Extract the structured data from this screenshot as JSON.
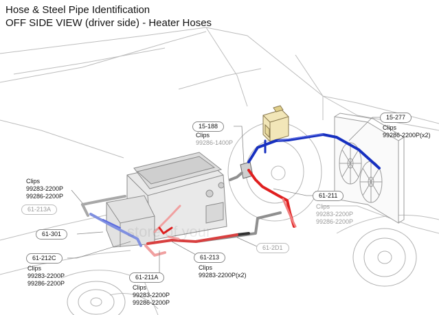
{
  "title": {
    "line1": "Hose & Steel Pipe Identification",
    "line2": "OFF SIDE VIEW (driver side) - Heater Hoses"
  },
  "parts": {
    "p15_188": {
      "code": "15-188",
      "clips_label": "Clips",
      "clips": [
        "99286-1400P"
      ]
    },
    "p15_277": {
      "code": "15-277",
      "clips_label": "Clips",
      "clips": [
        "99286-2200P(x2)"
      ]
    },
    "p61_211": {
      "code": "61-211",
      "clips_label": "Clips",
      "clips": [
        "99283-2200P",
        "99286-2200P"
      ]
    },
    "p61_213A": {
      "code": "61-213A",
      "clips_label": "Clips",
      "clips": [
        "99283-2200P",
        "99286-2200P"
      ]
    },
    "p61_301": {
      "code": "61-301"
    },
    "p61_212C": {
      "code": "61-212C",
      "clips_label": "Clips",
      "clips": [
        "99283-2200P",
        "99286-2200P"
      ]
    },
    "p61_211A": {
      "code": "61-211A",
      "clips_label": "Clips",
      "clips": [
        "99283-2200P",
        "99286-2200P"
      ]
    },
    "p61_213": {
      "code": "61-213",
      "clips_label": "Clips",
      "clips": [
        "99283-2200P(x2)"
      ]
    },
    "p61_2D1": {
      "code": "61-2D1"
    }
  },
  "colors": {
    "hot_hose": "#e02020",
    "cold_hose": "#1730c0",
    "steel_pipe": "#8f8f8f",
    "outline": "#b5b5b5"
  },
  "watermark": "store of your"
}
